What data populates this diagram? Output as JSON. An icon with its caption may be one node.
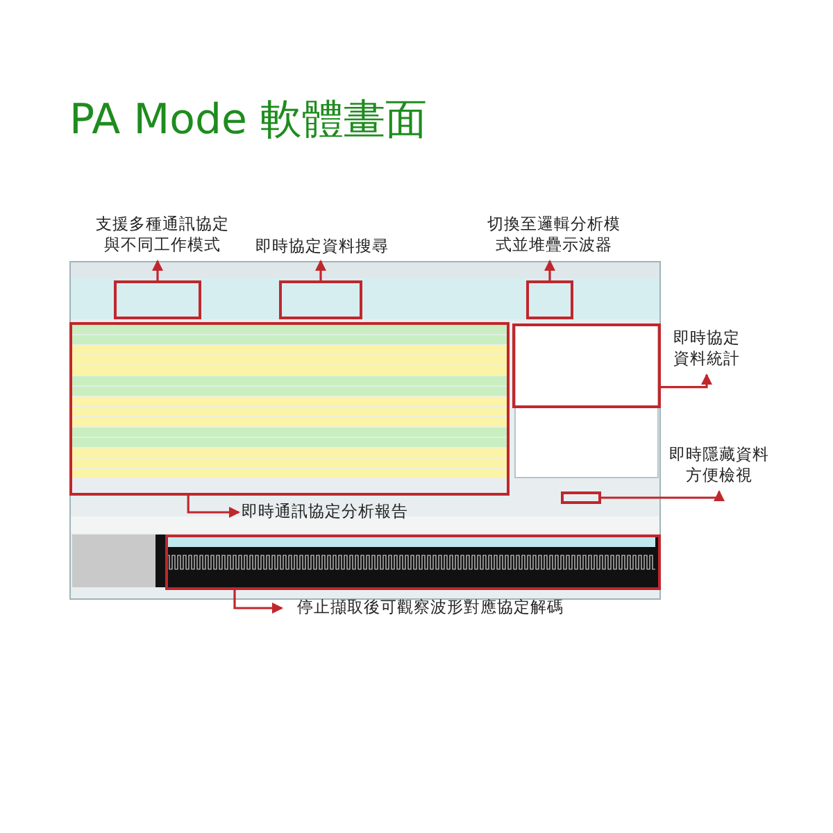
{
  "diagram": {
    "title": "PA Mode 軟體畫面",
    "nodes": [
      {
        "text": [],
        "shape": "picture"
      },
      {
        "text": [],
        "shape": "box",
        "in": 0
      },
      {
        "text": [],
        "shape": "box",
        "in": 0
      },
      {
        "text": [],
        "shape": "box",
        "in": 0
      },
      {
        "text": [],
        "shape": "box",
        "in": 0
      },
      {
        "text": [],
        "shape": "box",
        "in": 0
      },
      {
        "text": [],
        "shape": "box",
        "in": 0
      },
      {
        "text": [],
        "shape": "box",
        "in": 0
      },
      {
        "text": [
          "支援多種通訊協定與不同工作模式"
        ]
      },
      {
        "text": [
          "即時協定資料搜尋"
        ]
      },
      {
        "text": [
          "切換至邏輯分析模式並堆疊示波器"
        ]
      },
      {
        "text": [
          "即時協定資料統計"
        ]
      },
      {
        "text": [
          "即時隱藏資料方便檢視"
        ]
      },
      {
        "text": [
          "即時通訊協定分析報告"
        ],
        "in": 0
      },
      {
        "text": [
          "停止擷取後可觀察波形對應協定解碼"
        ]
      }
    ],
    "edges": [
      {
        "from": 1,
        "to": 8,
        "arrow": "to"
      },
      {
        "from": 2,
        "to": 9,
        "arrow": "to"
      },
      {
        "from": 3,
        "to": 10,
        "arrow": "to"
      },
      {
        "from": 5,
        "to": 11,
        "arrow": "to"
      },
      {
        "from": 6,
        "to": 12,
        "arrow": "to"
      },
      {
        "from": 4,
        "to": 13,
        "arrow": "to"
      },
      {
        "from": 7,
        "to": 14,
        "arrow": "to"
      }
    ]
  }
}
